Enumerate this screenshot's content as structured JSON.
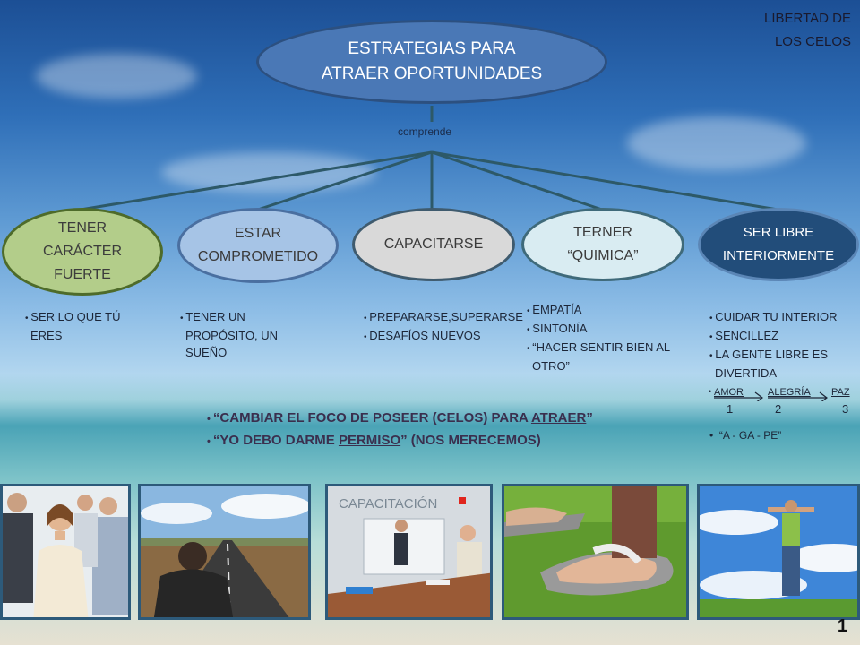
{
  "topic": {
    "line1": "LIBERTAD  DE",
    "line2": "LOS CELOS"
  },
  "central": {
    "text": "ESTRATEGIAS PARA\nATRAER OPORTUNIDADES",
    "connector": "comprende"
  },
  "nodes": [
    {
      "label": "TENER\nCARÁCTER\nFUERTE",
      "bullets": [
        "SER LO QUE TÚ ERES"
      ]
    },
    {
      "label": "ESTAR\nCOMPROMETIDO",
      "bullets": [
        "TENER UN PROPÓSITO, UN SUEÑO"
      ]
    },
    {
      "label": "CAPACITARSE",
      "bullets": [
        "PREPARARSE,SUPERARSE",
        "DESAFÍOS NUEVOS"
      ]
    },
    {
      "label": "TERNER\n“QUIMICA”",
      "bullets": [
        "EMPATÍA",
        "SINTONÍA",
        "“HACER SENTIR BIEN AL OTRO”"
      ]
    },
    {
      "label": "SER LIBRE\nINTERIORMENTE",
      "bullets": [
        "CUIDAR TU INTERIOR",
        "SENCILLEZ",
        "LA GENTE LIBRE ES DIVERTIDA"
      ]
    }
  ],
  "sequence": {
    "words": [
      "AMOR",
      "ALEGRÍA",
      "PAZ"
    ],
    "numbers": [
      "1",
      "2",
      "3"
    ]
  },
  "agape": "“A - GA - PE”",
  "quotes": [
    {
      "before": "“CAMBIAR EL FOCO DE POSEER (CELOS) PARA ",
      "underlined": "ATRAER",
      "after": "”"
    },
    {
      "before": "“YO DEBO DARME ",
      "underlined": "PERMISO",
      "after": "” (NOS MERECEMOS)"
    }
  ],
  "photos": {
    "training_caption": "CAPACITACIÓN"
  },
  "page": "1"
}
